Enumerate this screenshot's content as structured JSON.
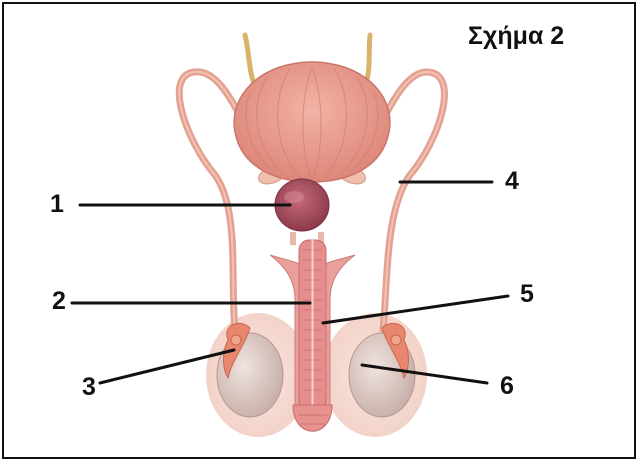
{
  "figure": {
    "title": "Σχήμα 2",
    "labels": [
      {
        "id": "1",
        "text": "1"
      },
      {
        "id": "2",
        "text": "2"
      },
      {
        "id": "3",
        "text": "3"
      },
      {
        "id": "4",
        "text": "4"
      },
      {
        "id": "5",
        "text": "5"
      },
      {
        "id": "6",
        "text": "6"
      }
    ]
  },
  "colors": {
    "bladder": "#e89a8e",
    "prostate": "#a74c5c",
    "duct": "#e8a595",
    "testis": "#d8c4bf",
    "epididymis": "#e88f78",
    "shaft": "#e79a95",
    "line": "#111111"
  }
}
